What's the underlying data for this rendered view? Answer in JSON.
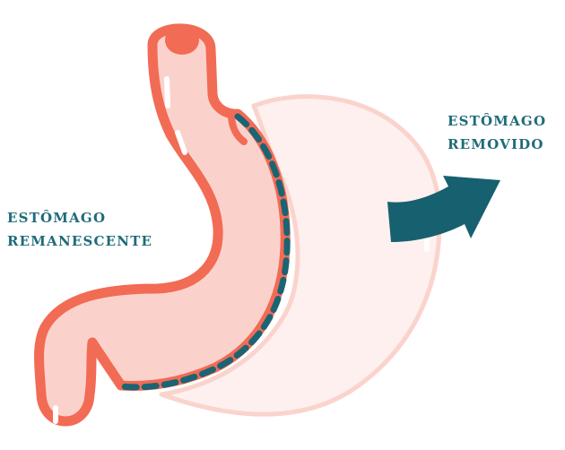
{
  "labels": {
    "remaining": {
      "line1": "ESTÔMAGO",
      "line2": "REMANESCENTE"
    },
    "removed": {
      "line1": "ESTÔMAGO",
      "line2": "REMOVIDO"
    }
  },
  "colors": {
    "outline": "#f26b55",
    "fill": "#fbd2cb",
    "removed_fill": "#fdf0ee",
    "removed_outline": "#fbd3cd",
    "cut_line": "#1b6473",
    "arrow": "#17606f",
    "label_text": "#1f6b7a",
    "highlight": "#ffffff"
  }
}
